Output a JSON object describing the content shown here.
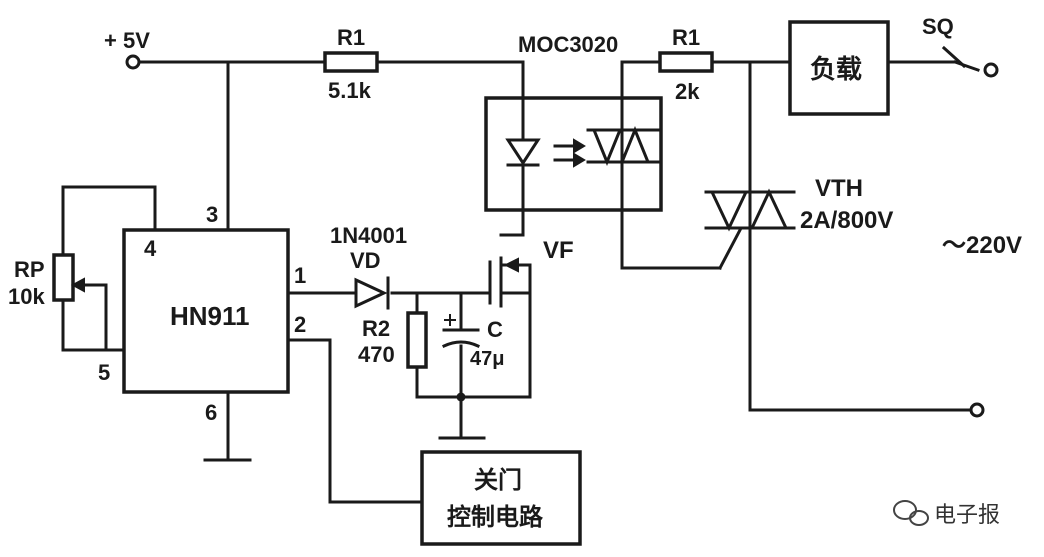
{
  "supply": {
    "label": "+ 5V"
  },
  "ic": {
    "name": "HN911",
    "pins": [
      "3",
      "4",
      "1",
      "2",
      "5",
      "6"
    ]
  },
  "rp": {
    "ref": "RP",
    "value": "10k"
  },
  "r1_left": {
    "ref": "R1",
    "value": "5.1k"
  },
  "optocoupler": {
    "name": "MOC3020"
  },
  "r1_right": {
    "ref": "R1",
    "value": "2k"
  },
  "load": {
    "label": "负载"
  },
  "switch": {
    "ref": "SQ"
  },
  "diode": {
    "part": "1N4001",
    "ref": "VD"
  },
  "mosfet": {
    "ref": "VF"
  },
  "triac": {
    "ref": "VTH",
    "rating": "2A/800V"
  },
  "mains": {
    "label": "～220V"
  },
  "r2": {
    "ref": "R2",
    "value": "470"
  },
  "capacitor": {
    "ref": "C",
    "value": "47μ"
  },
  "door_control": {
    "line1": "关门",
    "line2": "控制电路"
  },
  "watermark": {
    "text": "电子报"
  }
}
